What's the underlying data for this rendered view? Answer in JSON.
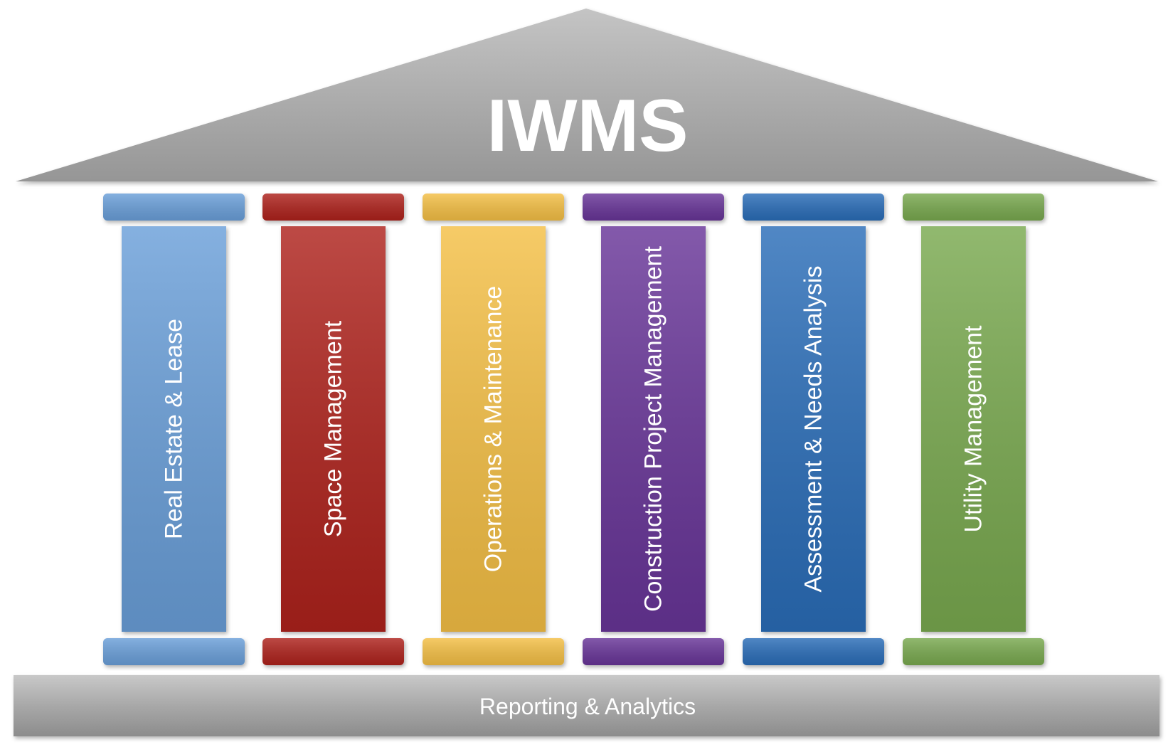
{
  "roof": {
    "title": "IWMS"
  },
  "pillars": [
    {
      "label": "Real Estate & Lease",
      "color": "#6A9FD9",
      "cap_color": "#6A9FD9"
    },
    {
      "label": "Space Management",
      "color": "#AE231A",
      "cap_color": "#AE231A"
    },
    {
      "label": "Operations & Maintenance",
      "color": "#F4BF44",
      "cap_color": "#F4BF44"
    },
    {
      "label": "Construction Project Management",
      "color": "#673598",
      "cap_color": "#673598"
    },
    {
      "label": "Assessment & Needs Analysis",
      "color": "#2C6DB8",
      "cap_color": "#2C6DB8"
    },
    {
      "label": "Utility Management",
      "color": "#79A94F",
      "cap_color": "#79A94F"
    }
  ],
  "base": {
    "label": "Reporting & Analytics"
  },
  "colors": {
    "roof_light": "#BDBDBD",
    "roof_dark": "#9A9A9A",
    "base": "#A6A6A6"
  }
}
